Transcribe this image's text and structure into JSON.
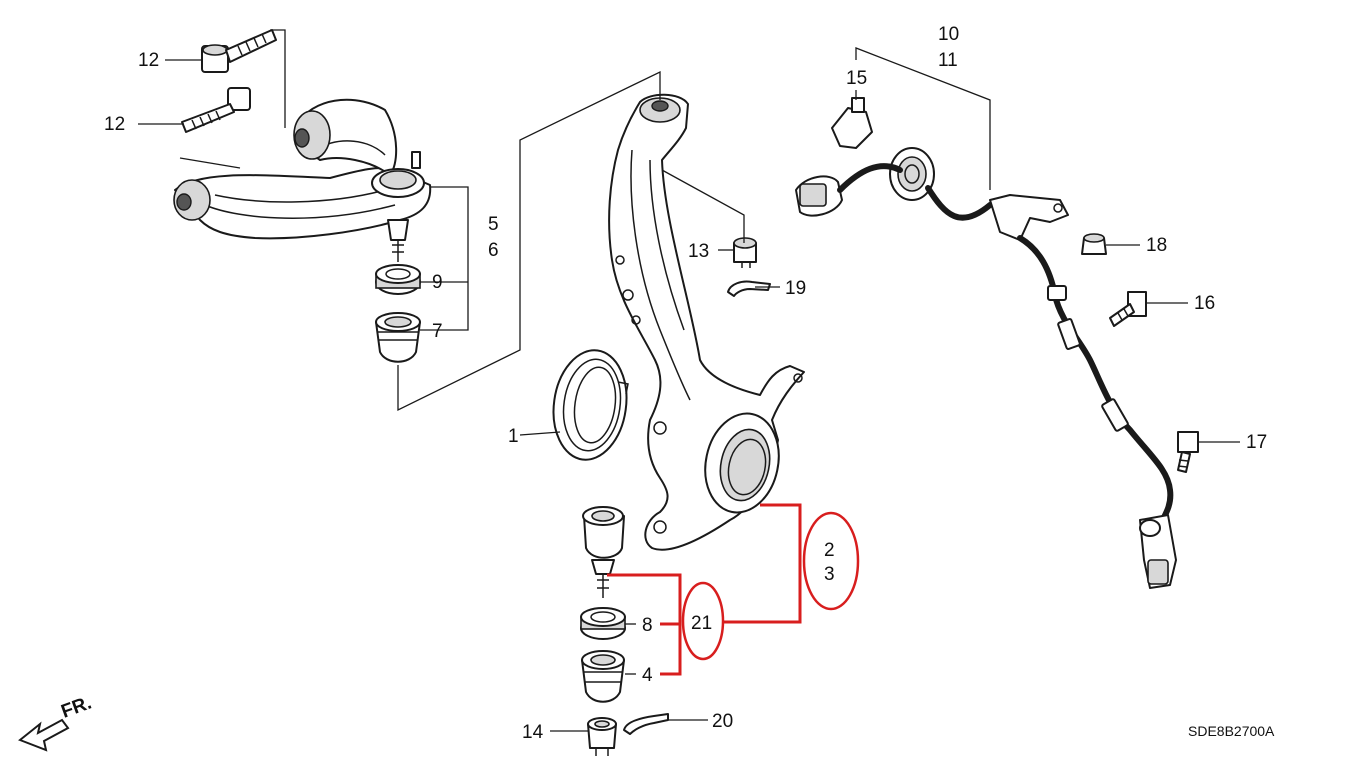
{
  "labels": {
    "p1": "1",
    "p2": "2",
    "p3": "3",
    "p4": "4",
    "p5": "5",
    "p6": "6",
    "p7": "7",
    "p8": "8",
    "p9": "9",
    "p10": "10",
    "p11": "11",
    "p12a": "12",
    "p12b": "12",
    "p13": "13",
    "p14": "14",
    "p15": "15",
    "p16": "16",
    "p17": "17",
    "p18": "18",
    "p19": "19",
    "p20": "20",
    "p21": "21"
  },
  "direction_label": "FR.",
  "diagram_code": "SDE8B2700A",
  "colors": {
    "line": "#1a1a1a",
    "annotation": "#d81e1e",
    "background": "#ffffff"
  }
}
